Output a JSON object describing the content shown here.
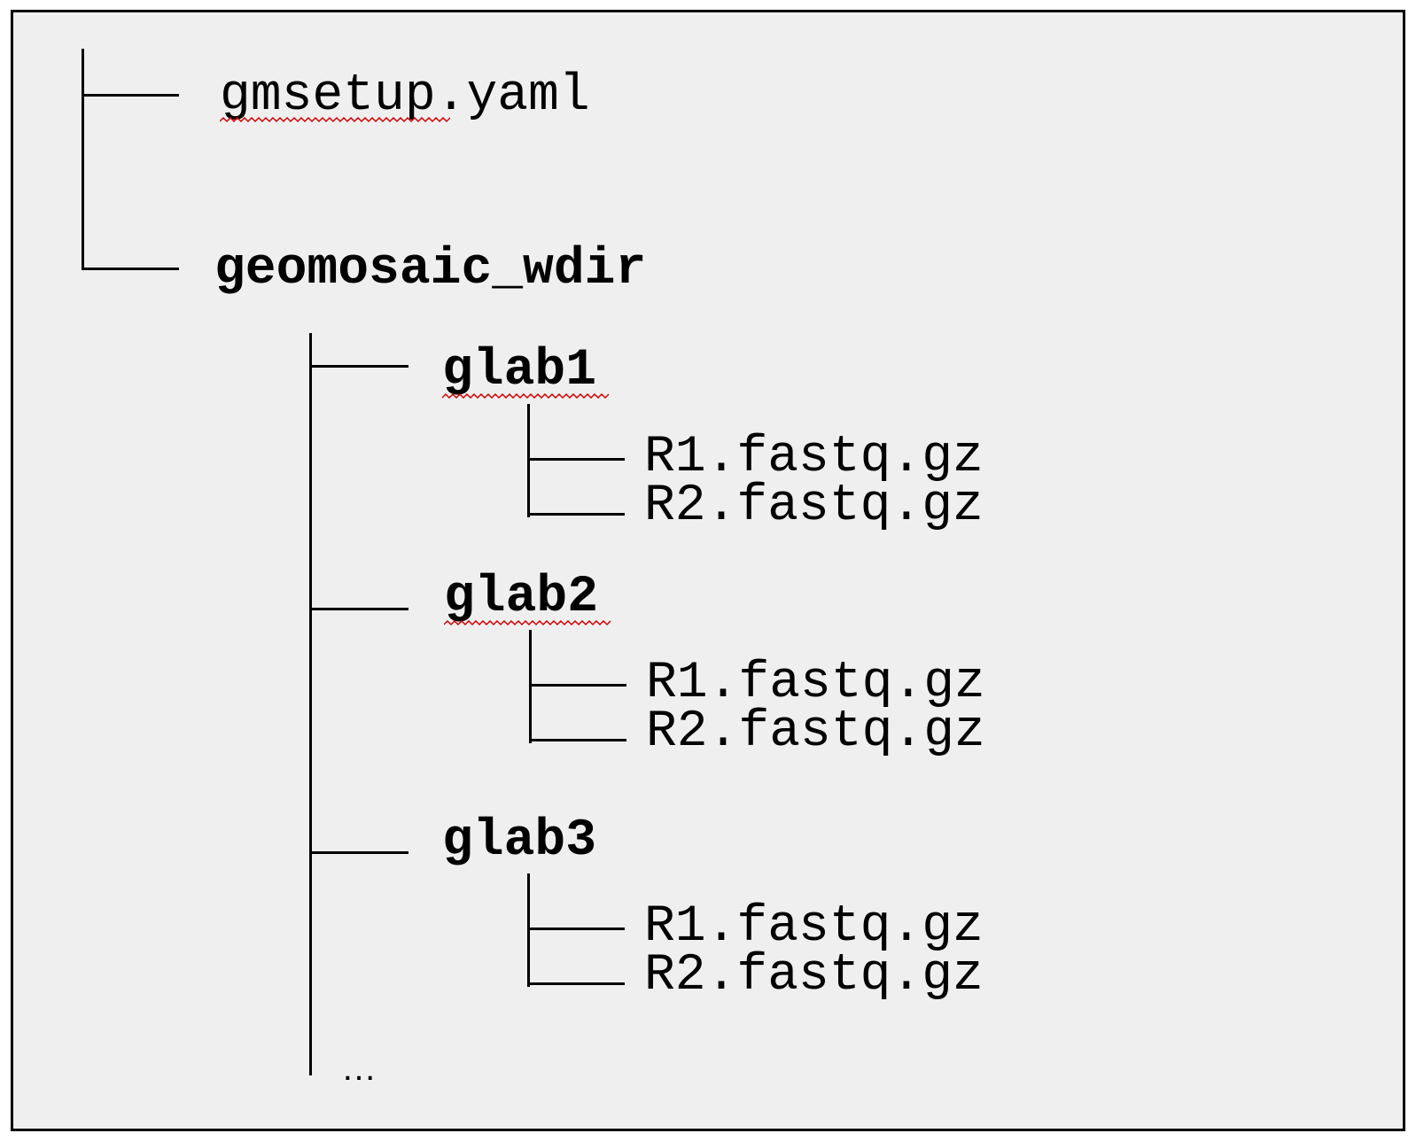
{
  "tree": {
    "root_file": "gmsetup.yaml",
    "workdir": "geomosaic_wdir",
    "samples": [
      {
        "name": "glab1",
        "files": [
          "R1.fastq.gz",
          "R2.fastq.gz"
        ]
      },
      {
        "name": "glab2",
        "files": [
          "R1.fastq.gz",
          "R2.fastq.gz"
        ]
      },
      {
        "name": "glab3",
        "files": [
          "R1.fastq.gz",
          "R2.fastq.gz"
        ]
      }
    ],
    "more": "…"
  },
  "colors": {
    "background": "#efefef",
    "border": "#000000",
    "text": "#000000",
    "spellcheck": "#d00000"
  }
}
